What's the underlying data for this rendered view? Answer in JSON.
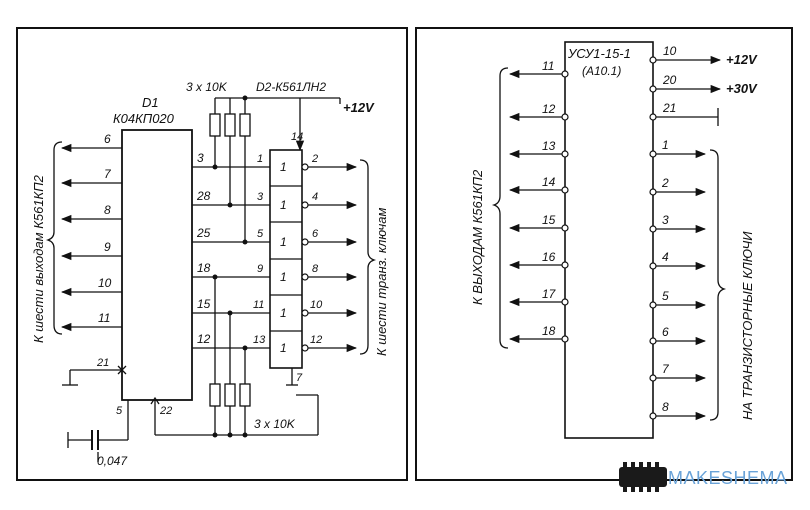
{
  "left": {
    "chip_ref": "D1",
    "chip_type": "К04КП020",
    "resistors_top": "3 x 10K",
    "resistors_bottom": "3 x 10K",
    "d2_title": "D2-К561ЛН2",
    "supply": "+12V",
    "d2_pin14": "14",
    "d2_pin7": "7",
    "left_bracket_label": "К шести выходам К561КП2",
    "right_bracket_label": "К шести транз. ключам",
    "left_pins": [
      "6",
      "7",
      "8",
      "9",
      "10",
      "11"
    ],
    "right_pins": [
      "3",
      "28",
      "25",
      "18",
      "15",
      "12"
    ],
    "inv_in_pins": [
      "1",
      "3",
      "5",
      "9",
      "11",
      "13"
    ],
    "inv_out_pins": [
      "2",
      "4",
      "6",
      "8",
      "10",
      "12"
    ],
    "inv_symbol": "1",
    "pin21": "21",
    "pin5": "5",
    "pin22": "22",
    "cap_value": "0,047"
  },
  "right": {
    "chip_type": "УСУ1-15-1",
    "chip_ref": "(А10.1)",
    "left_pins": [
      "11",
      "12",
      "13",
      "14",
      "15",
      "16",
      "17",
      "18"
    ],
    "top_right_pins": [
      "10",
      "20",
      "21"
    ],
    "supply_12": "+12V",
    "supply_30": "+30V",
    "right_pins": [
      "1",
      "2",
      "3",
      "4",
      "5",
      "6",
      "7",
      "8"
    ],
    "left_bracket_label": "К ВЫХОДАМ К561КП2",
    "right_bracket_label": "НА ТРАНЗИСТОРНЫЕ КЛЮЧИ"
  },
  "watermark": {
    "text": "MAKESHEMA",
    "chip_icon": "chip-logo-icon"
  }
}
